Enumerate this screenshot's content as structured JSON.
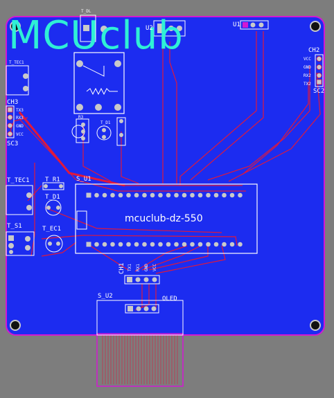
{
  "brand": "MCUclub",
  "board_title": "mcuclub-dz-550",
  "colors": {
    "background": "#7d7d7d",
    "board": "#1c2cf0",
    "outline": "#d318d3",
    "trace": "#e0183c",
    "silk": "#ffffff",
    "brand": "#2ff0d6",
    "pad": "#c9c9c9"
  },
  "components": {
    "ch3": {
      "ref": "CH3",
      "bottom": "SC3",
      "pins": [
        "TX3",
        "RX3",
        "GND",
        "VCC"
      ]
    },
    "ch2": {
      "ref": "CH2",
      "bottom": "SC2",
      "pins": [
        "VCC",
        "GND",
        "RX2",
        "TX2"
      ]
    },
    "ch1": {
      "ref": "CH1",
      "pins": [
        "TX1",
        "RX1",
        "GND",
        "VCC"
      ]
    },
    "u1": "U1",
    "u2": "U2",
    "tdl": "T_DL",
    "tec1_top": "T_TEC1",
    "tec1": "T_TEC1",
    "tr1": "T_R1",
    "td1": "T_D1",
    "ts1": "T_S1",
    "tec1b": "T_EC1",
    "su1": "S_U1",
    "su2": "S_U2",
    "oled": "OLED",
    "r3": "R3",
    "d1": "T_D1"
  }
}
